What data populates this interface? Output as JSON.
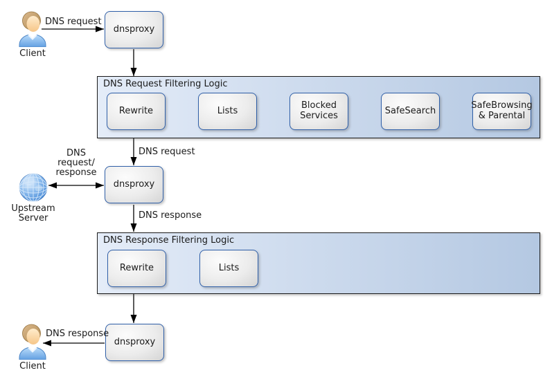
{
  "nodes": {
    "client_top": "Client",
    "client_bottom": "Client",
    "upstream_line1": "Upstream",
    "upstream_line2": "Server",
    "dnsproxy_top": "dnsproxy",
    "dnsproxy_mid": "dnsproxy",
    "dnsproxy_bottom": "dnsproxy"
  },
  "containers": {
    "request": {
      "title": "DNS Request Filtering Logic",
      "steps": [
        "Rewrite",
        "Lists",
        "Blocked Services",
        "SafeSearch",
        "SafeBrowsing & Parental"
      ]
    },
    "response": {
      "title": "DNS Response Filtering Logic",
      "steps": [
        "Rewrite",
        "Lists"
      ]
    }
  },
  "edge_labels": {
    "client_request": "DNS request",
    "filtered_request": "DNS request",
    "upstream_line1": "DNS",
    "upstream_line2": "request/",
    "upstream_line3": "response",
    "dns_response": "DNS response",
    "client_response": "DNS response"
  },
  "colors": {
    "box_border": "#2f5fa8",
    "box_fill_light": "#fcfcfc",
    "box_fill_dark": "#d4d4d4",
    "container_fill_left": "#e4ecf8",
    "container_fill_right": "#b4c8e2",
    "container_border": "#1a1a1a",
    "arrow": "#000000",
    "text": "#1a1a1a"
  }
}
